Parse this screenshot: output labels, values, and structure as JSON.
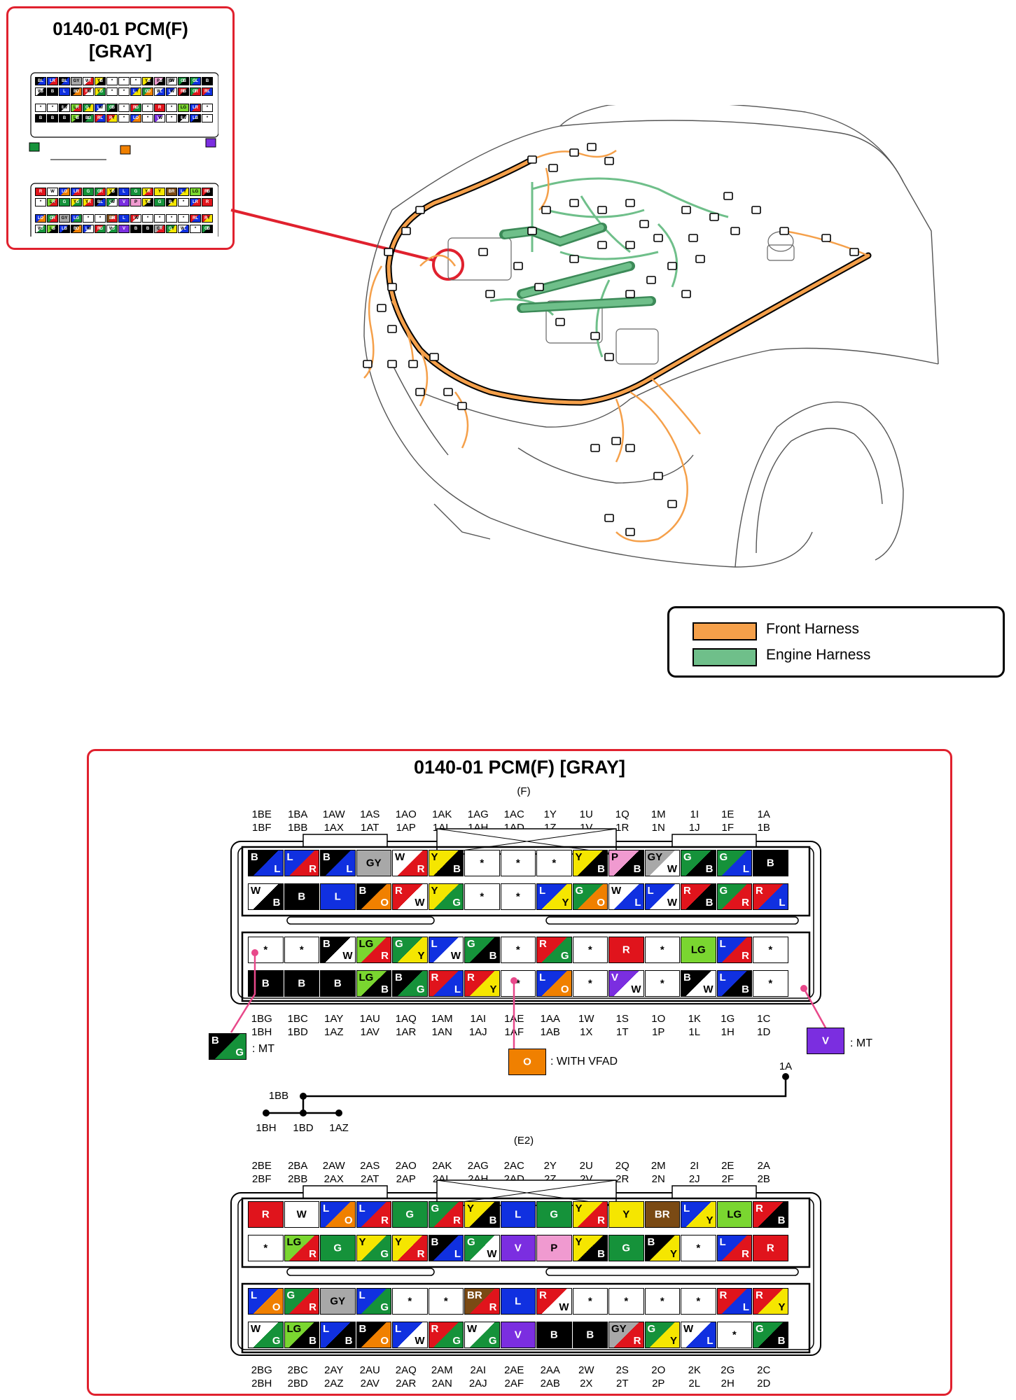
{
  "colors": {
    "B": "#000000",
    "L": "#1030e0",
    "R": "#e0141c",
    "W": "#ffffff",
    "Y": "#f5e600",
    "G": "#15923a",
    "LG": "#7ad630",
    "GY": "#a8a8a8",
    "O": "#f08000",
    "P": "#f09ad0",
    "V": "#7b2ee0",
    "BR": "#7a4a14",
    "front_harness": "#f5a04a",
    "engine_harness": "#6fbf8a",
    "callout": "#e0212e"
  },
  "thumbnail": {
    "title_line1": "0140-01 PCM(F)",
    "title_line2": "[GRAY]"
  },
  "legend": {
    "items": [
      {
        "label": "Front Harness",
        "color": "front_harness",
        "icon": "orange-harness-swatch"
      },
      {
        "label": "Engine Harness",
        "color": "engine_harness",
        "icon": "green-harness-swatch"
      }
    ]
  },
  "detail": {
    "title": "0140-01 PCM(F)  [GRAY]",
    "connector_f": {
      "label": "(F)",
      "top_pins": [
        [
          "1BE",
          "1BF"
        ],
        [
          "1BA",
          "1BB"
        ],
        [
          "1AW",
          "1AX"
        ],
        [
          "1AS",
          "1AT"
        ],
        [
          "1AO",
          "1AP"
        ],
        [
          "1AK",
          "1AL"
        ],
        [
          "1AG",
          "1AH"
        ],
        [
          "1AC",
          "1AD"
        ],
        [
          "1Y",
          "1Z"
        ],
        [
          "1U",
          "1V"
        ],
        [
          "1Q",
          "1R"
        ],
        [
          "1M",
          "1N"
        ],
        [
          "1I",
          "1J"
        ],
        [
          "1E",
          "1F"
        ],
        [
          "1A",
          "1B"
        ]
      ],
      "bottom_pins": [
        [
          "1BG",
          "1BH"
        ],
        [
          "1BC",
          "1BD"
        ],
        [
          "1AY",
          "1AZ"
        ],
        [
          "1AU",
          "1AV"
        ],
        [
          "1AQ",
          "1AR"
        ],
        [
          "1AM",
          "1AN"
        ],
        [
          "1AI",
          "1AJ"
        ],
        [
          "1AE",
          "1AF"
        ],
        [
          "1AA",
          "1AB"
        ],
        [
          "1W",
          "1X"
        ],
        [
          "1S",
          "1T"
        ],
        [
          "1O",
          "1P"
        ],
        [
          "1K",
          "1L"
        ],
        [
          "1G",
          "1H"
        ],
        [
          "1C",
          "1D"
        ]
      ],
      "rows": [
        [
          "B/L",
          "L/R",
          "B/L",
          "GY",
          "W/R",
          "Y/B",
          "*",
          "*",
          "*",
          "Y/B",
          "P/B",
          "GY/W",
          "G/B",
          "G/L",
          "B"
        ],
        [
          "W/B",
          "B",
          "L",
          "B/O",
          "R/W",
          "Y/G",
          "*",
          "*",
          "L/Y",
          "G/O",
          "W/L",
          "L/W",
          "R/B",
          "G/R",
          "R/L"
        ],
        [
          "*",
          "*",
          "B/W",
          "LG/R",
          "G/Y",
          "L/W",
          "G/B",
          "*",
          "R/G",
          "*",
          "R",
          "*",
          "LG",
          "L/R",
          "*"
        ],
        [
          "B",
          "B",
          "B",
          "LG/B",
          "B/G",
          "R/L",
          "R/Y",
          "*",
          "L/O",
          "*",
          "V/W",
          "*",
          "B/W",
          "L/B",
          "*"
        ]
      ]
    },
    "callout_mt_left": {
      "wire": "B/G",
      "text": ": MT"
    },
    "callout_vfad": {
      "wire": "O",
      "text": ": WITH VFAD"
    },
    "callout_mt_right": {
      "wire": "V",
      "text": ": MT"
    },
    "splice": {
      "top_label": "1BB",
      "bottom_labels": [
        "1BH",
        "1BD",
        "1AZ"
      ],
      "end_label": "1A"
    },
    "connector_e2": {
      "label": "(E2)",
      "top_pins": [
        [
          "2BE",
          "2BF"
        ],
        [
          "2BA",
          "2BB"
        ],
        [
          "2AW",
          "2AX"
        ],
        [
          "2AS",
          "2AT"
        ],
        [
          "2AO",
          "2AP"
        ],
        [
          "2AK",
          "2AL"
        ],
        [
          "2AG",
          "2AH"
        ],
        [
          "2AC",
          "2AD"
        ],
        [
          "2Y",
          "2Z"
        ],
        [
          "2U",
          "2V"
        ],
        [
          "2Q",
          "2R"
        ],
        [
          "2M",
          "2N"
        ],
        [
          "2I",
          "2J"
        ],
        [
          "2E",
          "2F"
        ],
        [
          "2A",
          "2B"
        ]
      ],
      "bottom_pins": [
        [
          "2BG",
          "2BH"
        ],
        [
          "2BC",
          "2BD"
        ],
        [
          "2AY",
          "2AZ"
        ],
        [
          "2AU",
          "2AV"
        ],
        [
          "2AQ",
          "2AR"
        ],
        [
          "2AM",
          "2AN"
        ],
        [
          "2AI",
          "2AJ"
        ],
        [
          "2AE",
          "2AF"
        ],
        [
          "2AA",
          "2AB"
        ],
        [
          "2W",
          "2X"
        ],
        [
          "2S",
          "2T"
        ],
        [
          "2O",
          "2P"
        ],
        [
          "2K",
          "2L"
        ],
        [
          "2G",
          "2H"
        ],
        [
          "2C",
          "2D"
        ]
      ],
      "rows": [
        [
          "R",
          "W",
          "L/O",
          "L/R",
          "G",
          "G/R",
          "Y/B",
          "L",
          "G",
          "Y/R",
          "Y",
          "BR",
          "L/Y",
          "LG",
          "R/B"
        ],
        [
          "*",
          "LG/R",
          "G",
          "Y/G",
          "Y/R",
          "B/L",
          "G/W",
          "V",
          "P",
          "Y/B",
          "G",
          "B/Y",
          "*",
          "L/R",
          "R"
        ],
        [
          "L/O",
          "G/R",
          "GY",
          "L/G",
          "*",
          "*",
          "BR/R",
          "L",
          "R/W",
          "*",
          "*",
          "*",
          "*",
          "R/L",
          "R/Y"
        ],
        [
          "W/G",
          "LG/B",
          "L/B",
          "B/O",
          "L/W",
          "R/G",
          "W/G",
          "V",
          "B",
          "B",
          "GY/R",
          "G/Y",
          "W/L",
          "*",
          "G/B"
        ]
      ]
    }
  }
}
